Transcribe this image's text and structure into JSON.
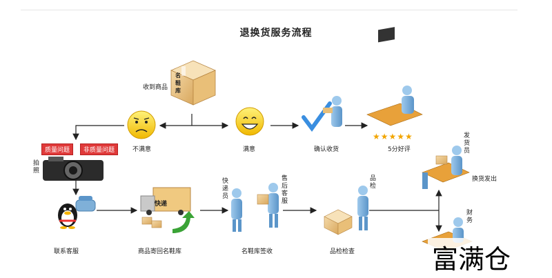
{
  "title": "退换货服务流程",
  "nodes": {
    "received": "收到商品",
    "box_label": "名鞋库",
    "unsatisfied": "不满意",
    "satisfied": "满意",
    "confirm": "确认收货",
    "rating": "5分好评",
    "quality_issue": "质量问题",
    "non_quality_issue": "非质量问题",
    "photo": "拍照",
    "contact_service": "联系客服",
    "send_back": "商品寄回名鞋库",
    "truck_label": "快递",
    "courier": "快递员",
    "aftersales": "售后客服",
    "signed": "名鞋库签收",
    "inspector": "品检",
    "inspection": "品检检查",
    "shipper": "发货员",
    "exchange_ship": "换货发出",
    "finance": "财务"
  },
  "stars": "★★★★★",
  "watermark": "富满仓",
  "colors": {
    "arrow": "#222222",
    "tag_red": "#e03a3a",
    "smiley": "#f5c400",
    "star": "#f2a500"
  }
}
